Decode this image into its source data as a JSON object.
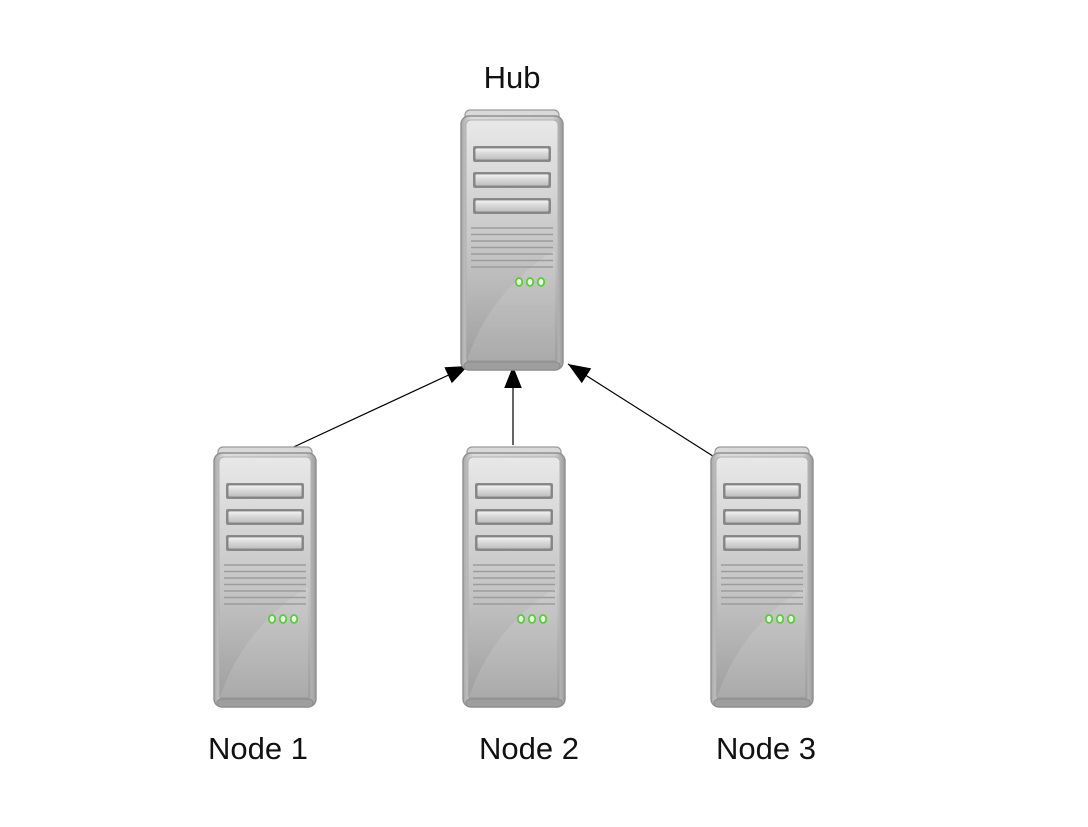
{
  "diagram": {
    "hub": {
      "label": "Hub"
    },
    "nodes": [
      {
        "label": "Node 1"
      },
      {
        "label": "Node 2"
      },
      {
        "label": "Node 3"
      }
    ],
    "edges": [
      {
        "from": "Node 1",
        "to": "Hub"
      },
      {
        "from": "Node 2",
        "to": "Hub"
      },
      {
        "from": "Node 3",
        "to": "Hub"
      }
    ],
    "colors": {
      "server_body": "#c9c9c9",
      "server_outline": "#9a9a9a",
      "drive_bay": "#d8d8d8",
      "status_led": "#5cc93f",
      "arrow": "#000000"
    },
    "icons": {
      "hub": "server-icon",
      "node": "server-icon"
    }
  }
}
